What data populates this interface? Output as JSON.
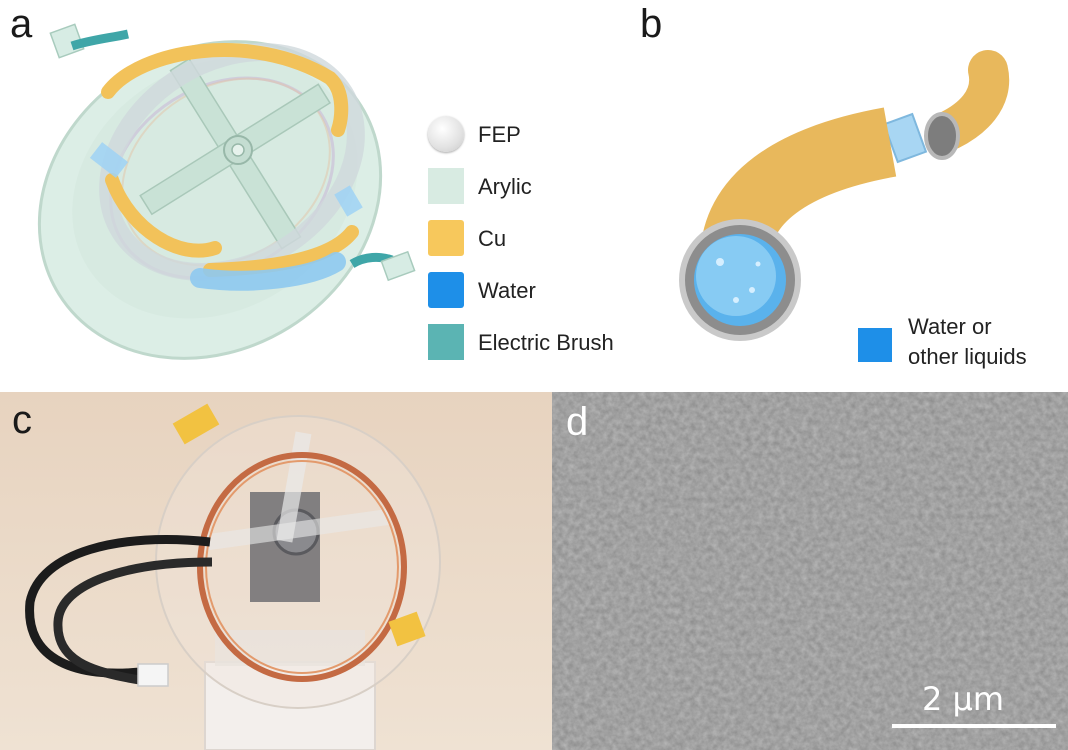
{
  "figure": {
    "panel_a": {
      "letter": "a",
      "legend": [
        {
          "label": "FEP",
          "color": "#e4e4e4"
        },
        {
          "label": "Arylic",
          "color": "#d8ebe2"
        },
        {
          "label": "Cu",
          "color": "#f7c85c"
        },
        {
          "label": "Water",
          "color": "#1e8fe8"
        },
        {
          "label": "Electric Brush",
          "color": "#5bb4b3"
        }
      ]
    },
    "panel_b": {
      "letter": "b",
      "legend_line1": "Water or",
      "legend_line2": "other liquids",
      "legend_color": "#1e8fe8"
    },
    "panel_c": {
      "letter": "c"
    },
    "panel_d": {
      "letter": "d",
      "scale_bar_label": "2 μm"
    }
  }
}
